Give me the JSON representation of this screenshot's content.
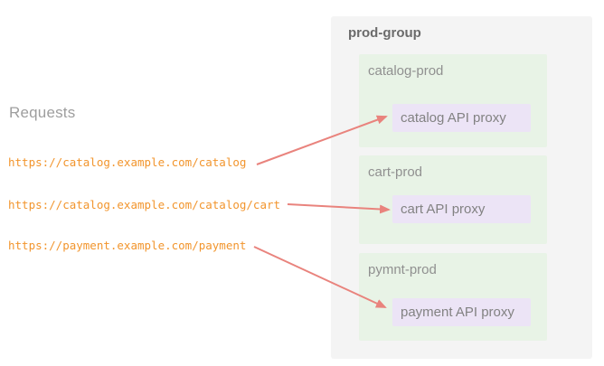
{
  "diagram": {
    "requests_heading": "Requests",
    "requests": [
      {
        "url": "https://catalog.example.com/catalog"
      },
      {
        "url": "https://catalog.example.com/catalog/cart"
      },
      {
        "url": "https://payment.example.com/payment"
      }
    ],
    "group": {
      "title": "prod-group",
      "environments": [
        {
          "name": "catalog-prod",
          "proxy": "catalog API proxy"
        },
        {
          "name": "cart-prod",
          "proxy": "cart API proxy"
        },
        {
          "name": "pymnt-prod",
          "proxy": "payment API proxy"
        }
      ]
    },
    "colors": {
      "url_text": "#f2952d",
      "arrow": "#e9837d",
      "panel_bg": "#f4f4f4",
      "environment_bg": "#e8f3e6",
      "proxy_bg": "#ece4f6",
      "heading_text": "#9e9e9e",
      "group_title_text": "#6b6b6b",
      "environment_text": "#909090",
      "proxy_text": "#828282"
    }
  }
}
